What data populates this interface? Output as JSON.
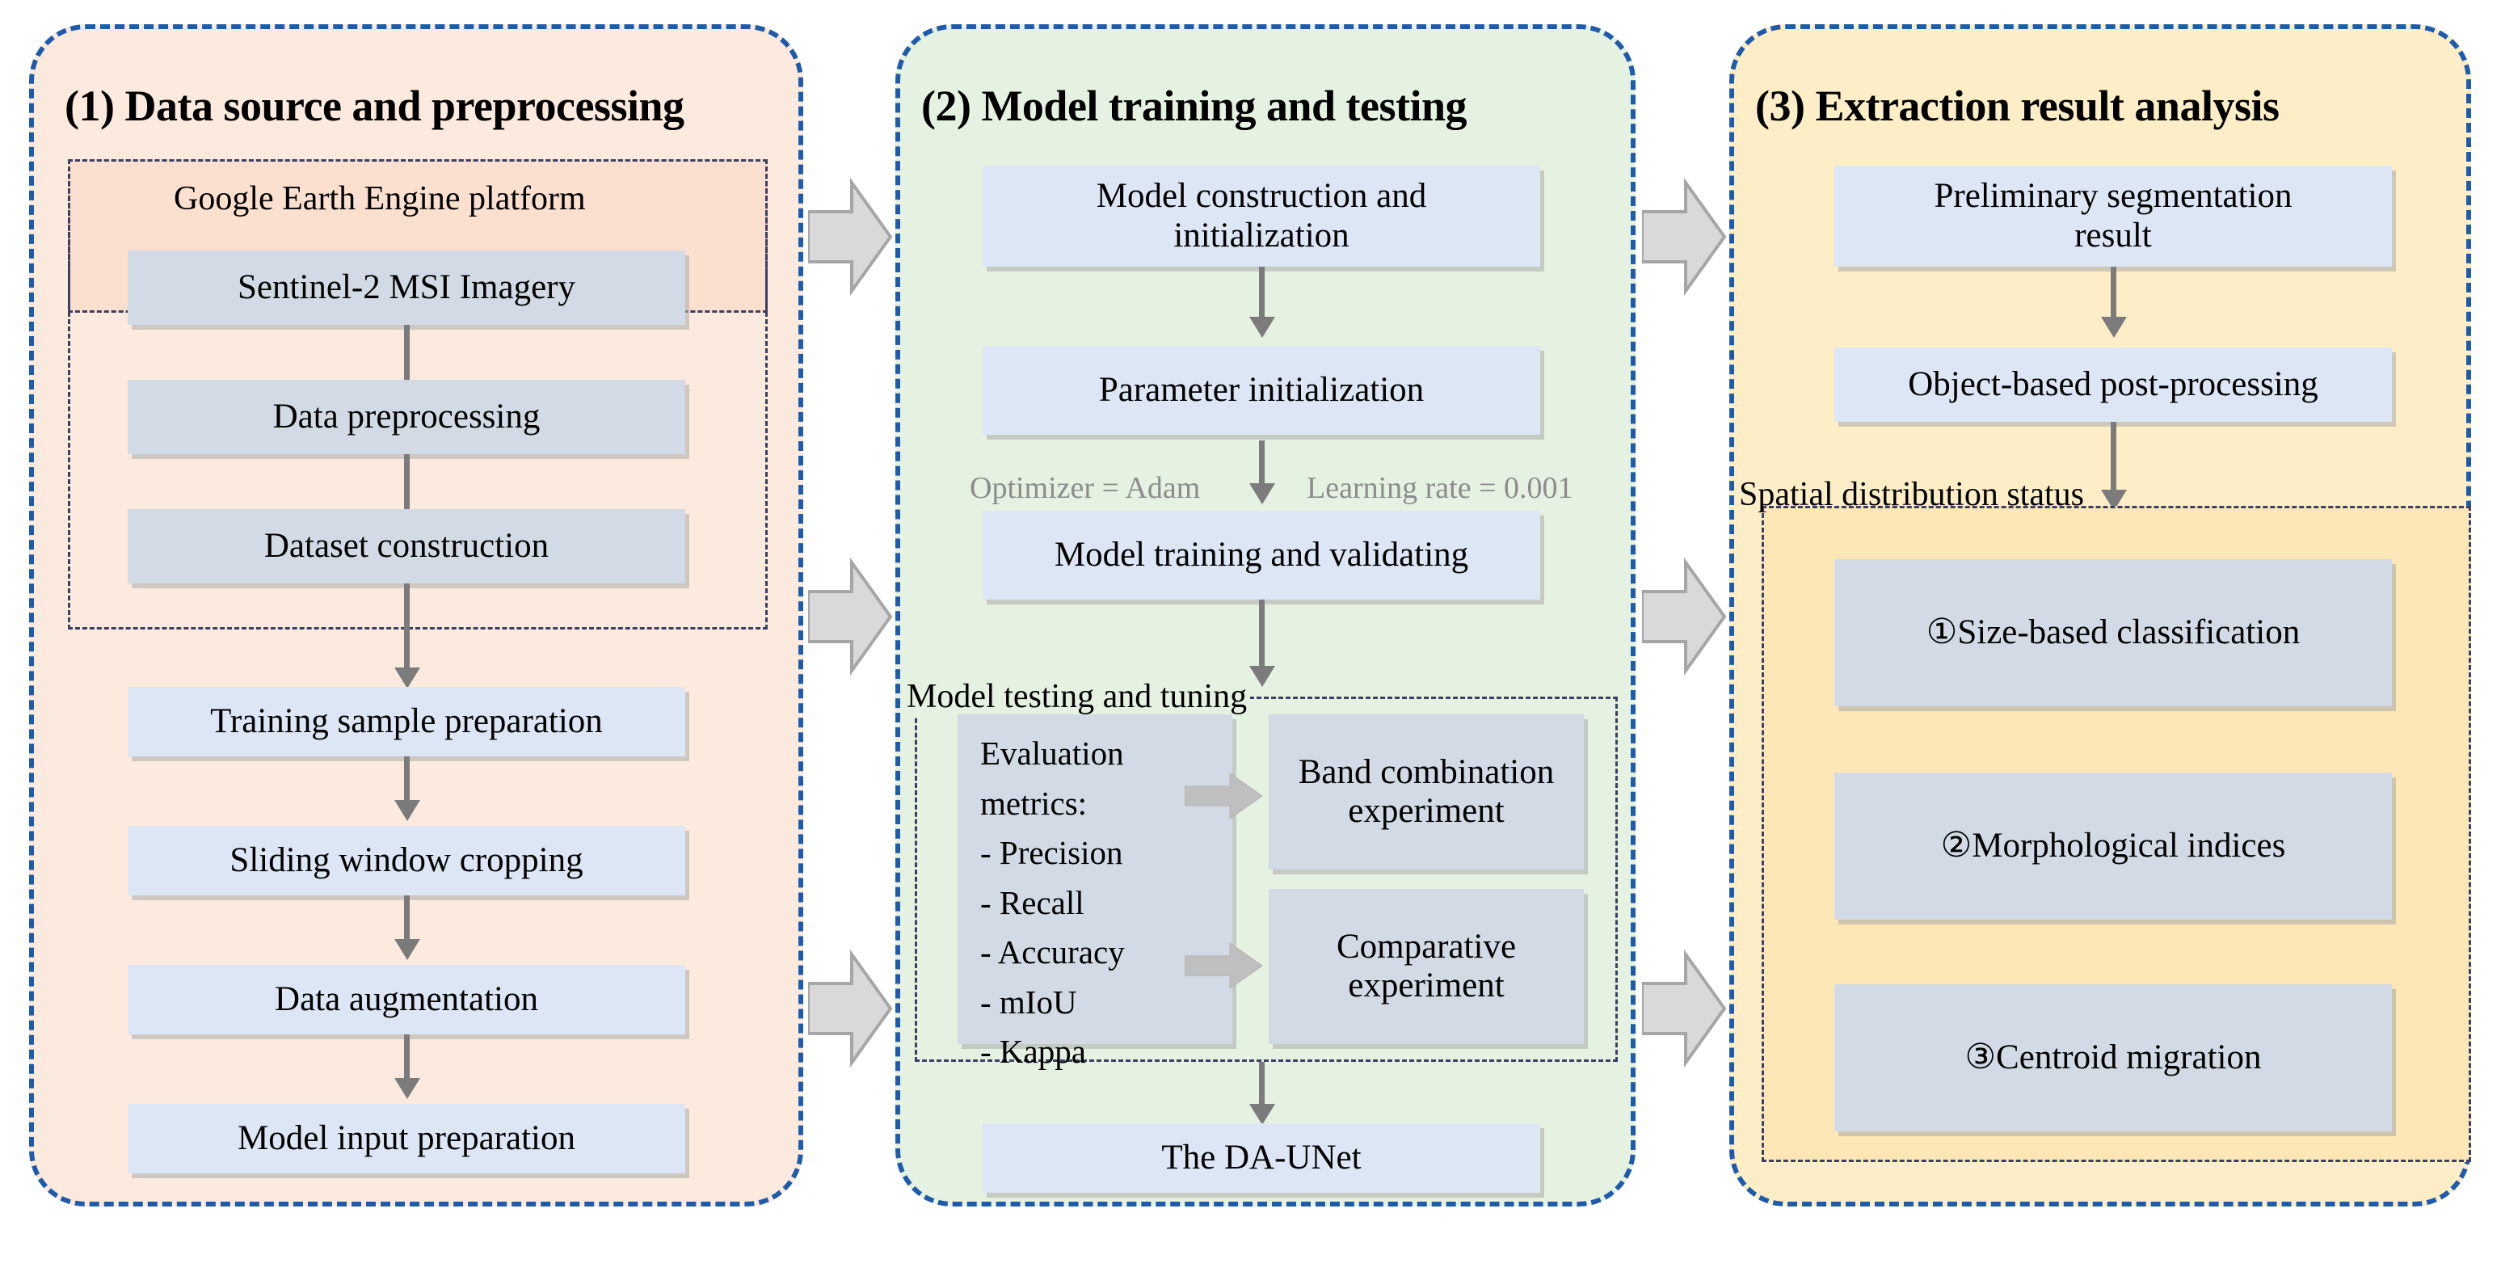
{
  "colors": {
    "panel_border": "#1f5bab",
    "panel1_bg": "#fdeade",
    "panel2_bg": "#e6f2e1",
    "panel3_bg": "#fdeec7",
    "node_blue": "#dce6f5",
    "node_gray": "#d2dbe5",
    "arrow_gray": "#7b7b7b",
    "block_arrow": "#cfcfcf",
    "inner_dash": "#3b3f63",
    "mini_label": "#8c8c8c"
  },
  "panels": [
    {
      "id": "panel-1",
      "title": "(1) Data source and preprocessing",
      "group": {
        "label": "Google Earth Engine platform"
      },
      "nodes": [
        {
          "label": "Sentinel-2 MSI Imagery",
          "style": "gray"
        },
        {
          "label": "Data preprocessing",
          "style": "gray"
        },
        {
          "label": "Dataset construction",
          "style": "gray"
        },
        {
          "label": "Training sample preparation",
          "style": "blue"
        },
        {
          "label": "Sliding window cropping",
          "style": "blue"
        },
        {
          "label": "Data augmentation",
          "style": "blue"
        },
        {
          "label": "Model input preparation",
          "style": "blue"
        }
      ]
    },
    {
      "id": "panel-2",
      "title": "(2) Model training and testing",
      "nodes": [
        {
          "label": "Model construction and initialization",
          "style": "blue"
        },
        {
          "label": "Parameter initialization",
          "style": "blue"
        },
        {
          "label": "Model training and validating",
          "style": "blue"
        },
        {
          "label": "The DA-UNet",
          "style": "blue"
        }
      ],
      "hyperparams": [
        "Optimizer = Adam",
        "Learning rate = 0.001"
      ],
      "testing_group": {
        "label": "Model testing and tuning",
        "metrics_title_line1": "Evaluation",
        "metrics_title_line2": "metrics:",
        "metrics": [
          "- Precision",
          "- Recall",
          "- Accuracy",
          "- mIoU",
          "- Kappa"
        ],
        "experiments": [
          {
            "label": "Band combination experiment",
            "style": "gray"
          },
          {
            "label": "Comparative experiment",
            "style": "gray"
          }
        ]
      }
    },
    {
      "id": "panel-3",
      "title": "(3) Extraction result analysis",
      "nodes": [
        {
          "label": "Preliminary segmentation result",
          "style": "blue"
        },
        {
          "label": "Object-based post-processing",
          "style": "blue"
        }
      ],
      "group": {
        "label": "Spatial distribution status"
      },
      "analysis_items": [
        {
          "label": "①Size-based classification",
          "style": "gray"
        },
        {
          "label": "②Morphological indices",
          "style": "gray"
        },
        {
          "label": "③Centroid migration",
          "style": "gray"
        }
      ]
    }
  ],
  "connectors": {
    "panel_links": 3,
    "experiment_links": 2
  }
}
